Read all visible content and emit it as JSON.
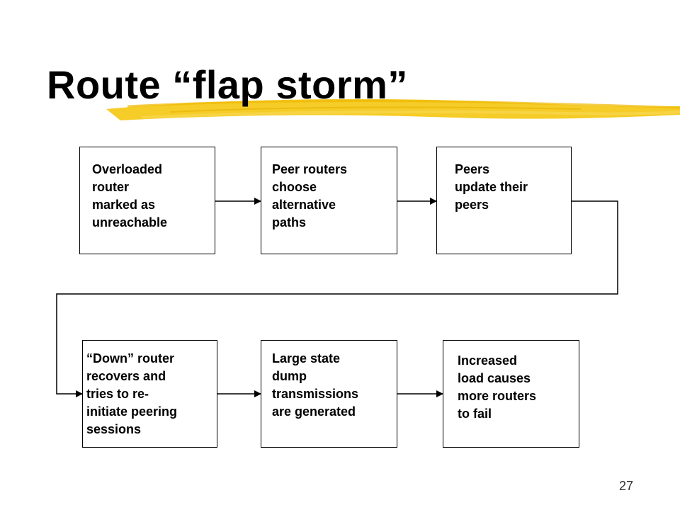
{
  "slide": {
    "title": "Route “flap storm”",
    "page_number": "27",
    "accent_color": "#f2c200"
  },
  "boxes": [
    {
      "id": "overloaded",
      "label": "Overloaded\nrouter\nmarked as\nunreachable"
    },
    {
      "id": "peer-routers",
      "label": "Peer routers\nchoose\nalternative\npaths"
    },
    {
      "id": "peers-update",
      "label": "Peers\nupdate their\npeers"
    },
    {
      "id": "down-router",
      "label": "“Down” router\nrecovers and\ntries to re-\ninitiate peering\nsessions"
    },
    {
      "id": "state-dump",
      "label": "Large state\ndump\ntransmissions\nare generated"
    },
    {
      "id": "increased-load",
      "label": "Increased\nload causes\nmore routers\nto fail"
    }
  ]
}
